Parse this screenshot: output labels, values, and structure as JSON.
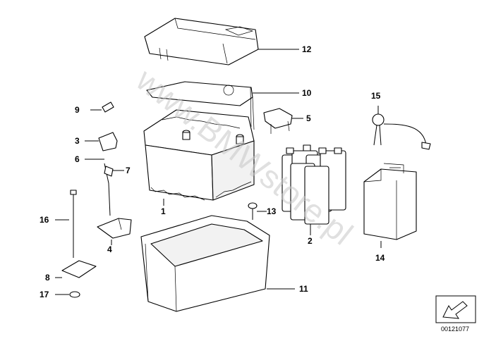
{
  "watermark": "www.BMWstore.pl",
  "diagram_ref": "00121077",
  "callouts": [
    {
      "id": "1",
      "label": "1"
    },
    {
      "id": "2",
      "label": "2"
    },
    {
      "id": "3",
      "label": "3"
    },
    {
      "id": "4",
      "label": "4"
    },
    {
      "id": "5",
      "label": "5"
    },
    {
      "id": "6",
      "label": "6"
    },
    {
      "id": "7",
      "label": "7"
    },
    {
      "id": "8",
      "label": "8"
    },
    {
      "id": "9",
      "label": "9"
    },
    {
      "id": "10",
      "label": "10"
    },
    {
      "id": "11",
      "label": "11"
    },
    {
      "id": "12",
      "label": "12"
    },
    {
      "id": "13",
      "label": "13"
    },
    {
      "id": "14",
      "label": "14"
    },
    {
      "id": "15",
      "label": "15"
    },
    {
      "id": "16",
      "label": "16"
    },
    {
      "id": "17",
      "label": "17"
    }
  ]
}
